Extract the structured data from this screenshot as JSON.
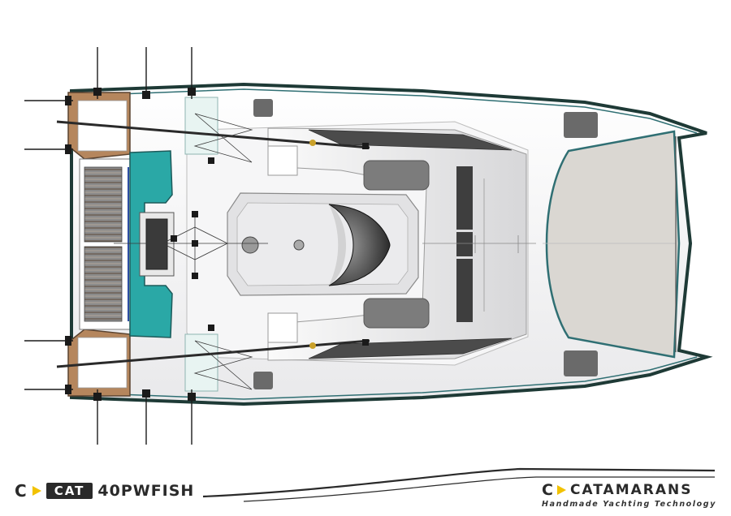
{
  "model_logo": {
    "prefix": "C",
    "series": "CAT",
    "model": "40PWFISH"
  },
  "brand": {
    "prefix": "C",
    "name": "CATAMARANS",
    "tagline": "Handmade Yachting Technology"
  },
  "colors": {
    "accent_arrow": "#f2c200",
    "hull_outline": "#1e3a36",
    "hull_trim": "#2f6f73",
    "deck": "#f3f3f4",
    "teak": "#b5865d",
    "cockpit_teal": "#2aa8a6",
    "trampoline": "#dad7d2",
    "dark_panel": "#4b4b4b"
  },
  "icons": {
    "arrow": "yellow-arrow-icon"
  }
}
